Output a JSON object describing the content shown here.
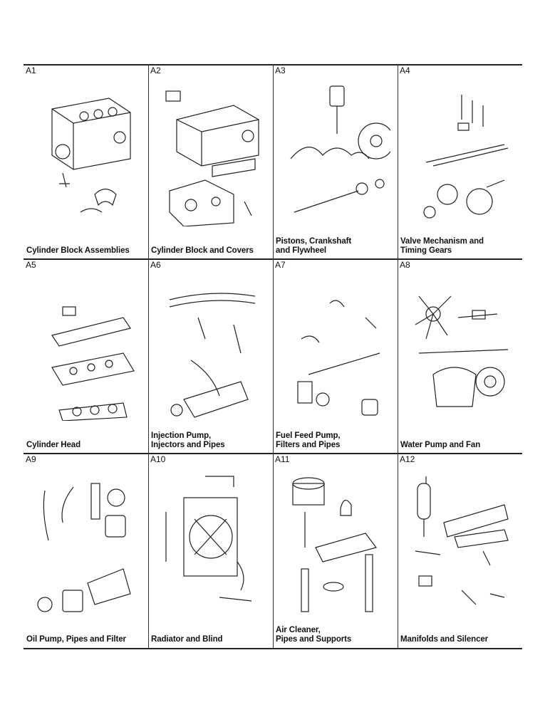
{
  "sections": [
    {
      "code": "A1",
      "caption": [
        "Cylinder Block Assemblies"
      ],
      "icon": "cylinder-block-assembly-icon"
    },
    {
      "code": "A2",
      "caption": [
        "Cylinder Block and Covers"
      ],
      "icon": "cylinder-block-covers-icon"
    },
    {
      "code": "A3",
      "caption": [
        "Pistons, Crankshaft",
        "and Flywheel"
      ],
      "icon": "crankshaft-flywheel-icon"
    },
    {
      "code": "A4",
      "caption": [
        "Valve Mechanism and",
        "Timing Gears"
      ],
      "icon": "valve-timing-gears-icon"
    },
    {
      "code": "A5",
      "caption": [
        "Cylinder Head"
      ],
      "icon": "cylinder-head-icon"
    },
    {
      "code": "A6",
      "caption": [
        "Injection Pump,",
        "Injectors and Pipes"
      ],
      "icon": "injection-pump-icon"
    },
    {
      "code": "A7",
      "caption": [
        "Fuel Feed Pump,",
        "Filters and Pipes"
      ],
      "icon": "fuel-feed-pump-icon"
    },
    {
      "code": "A8",
      "caption": [
        "Water Pump and Fan"
      ],
      "icon": "water-pump-fan-icon"
    },
    {
      "code": "A9",
      "caption": [
        "Oil Pump, Pipes and Filter"
      ],
      "icon": "oil-pump-filter-icon"
    },
    {
      "code": "A10",
      "caption": [
        "Radiator and Blind"
      ],
      "icon": "radiator-icon"
    },
    {
      "code": "A11",
      "caption": [
        "Air Cleaner,",
        "Pipes and Supports"
      ],
      "icon": "air-cleaner-icon"
    },
    {
      "code": "A12",
      "caption": [
        "Manifolds and Silencer"
      ],
      "icon": "manifold-silencer-icon"
    }
  ]
}
